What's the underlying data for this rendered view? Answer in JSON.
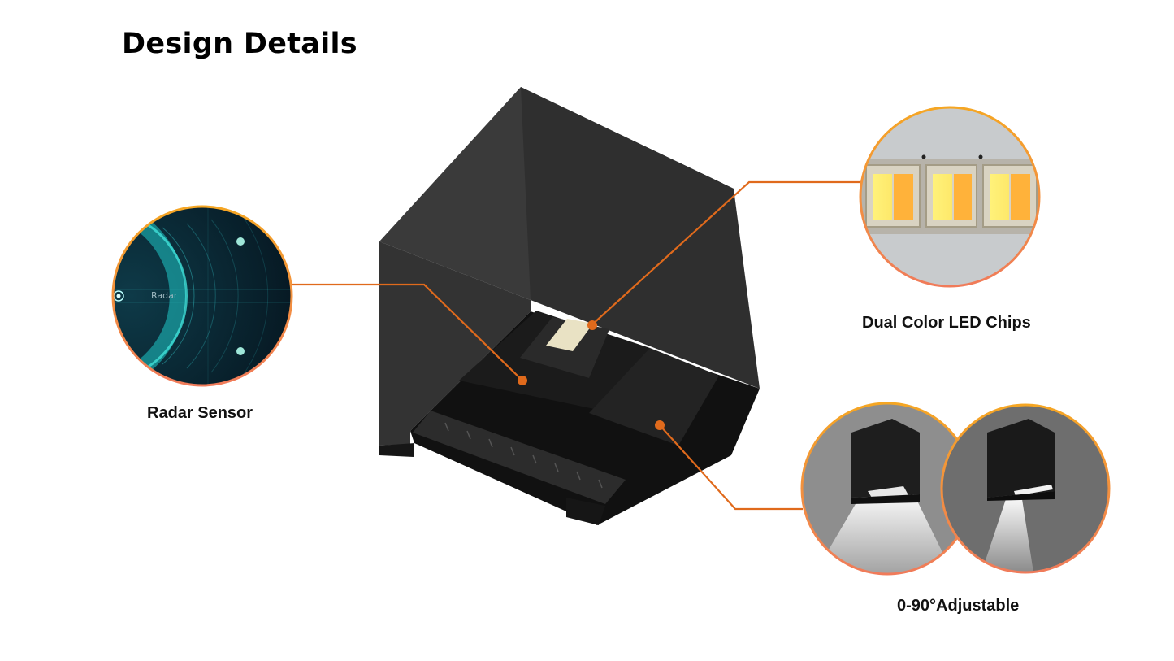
{
  "page": {
    "title": "Design Details"
  },
  "callouts": {
    "radar": {
      "label": "Radar Sensor",
      "inset_text": "Radar"
    },
    "led": {
      "label": "Dual Color LED Chips"
    },
    "adjust": {
      "label": "0-90°Adjustable"
    }
  },
  "colors": {
    "accent_orange": "#e06a1c",
    "ring_gold": "#f5a623",
    "ring_coral": "#f07b5a",
    "product_black": "#2b2b2b"
  }
}
